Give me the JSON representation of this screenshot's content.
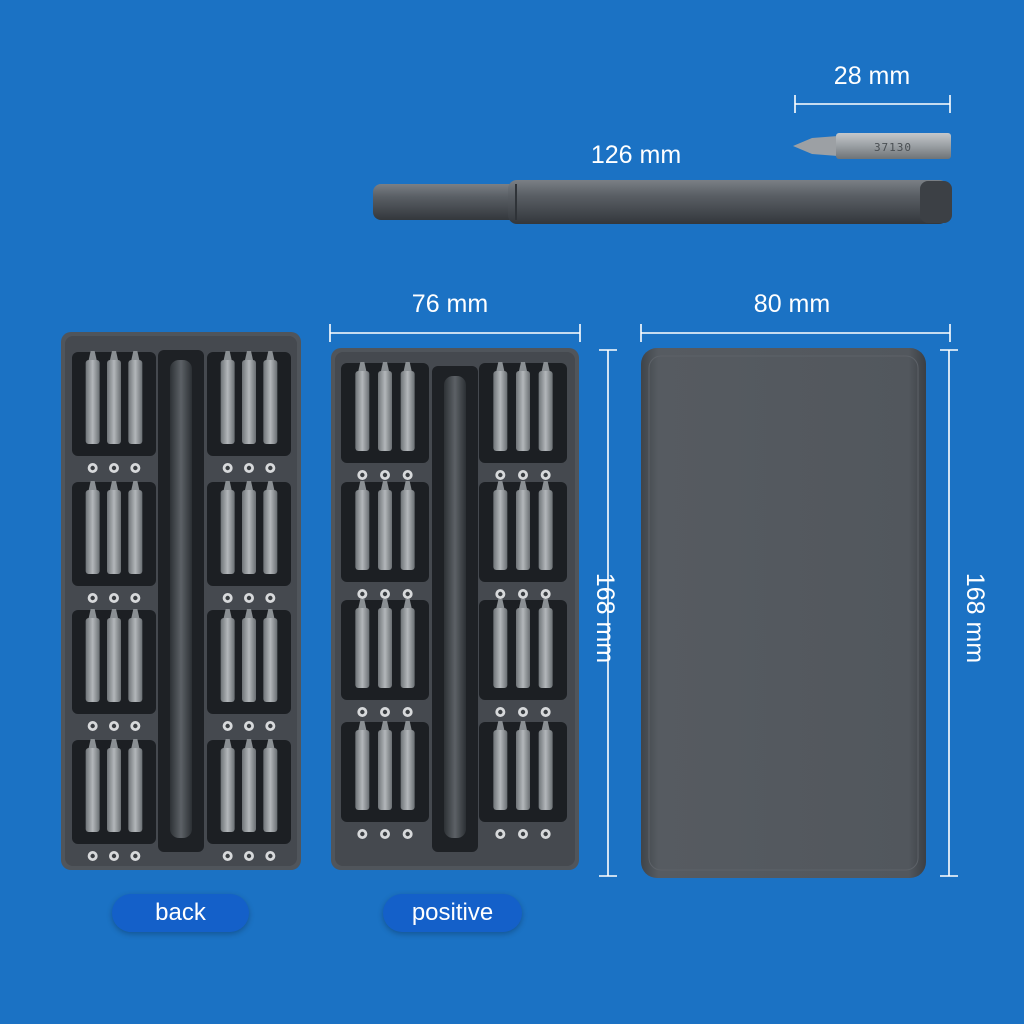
{
  "dimensions": {
    "bit_length": "28 mm",
    "handle_length": "126 mm",
    "case_width_tray": "76 mm",
    "case_width_closed": "80 mm",
    "case_height_tray": "168 mm",
    "case_height_closed": "168 mm"
  },
  "bit_engraving": "37130",
  "labels": {
    "back": "back",
    "positive": "positive"
  },
  "colors": {
    "background": "#1b72c4",
    "pill": "#1460c9",
    "case": "#4a4f55",
    "bit": "#8d9296"
  }
}
